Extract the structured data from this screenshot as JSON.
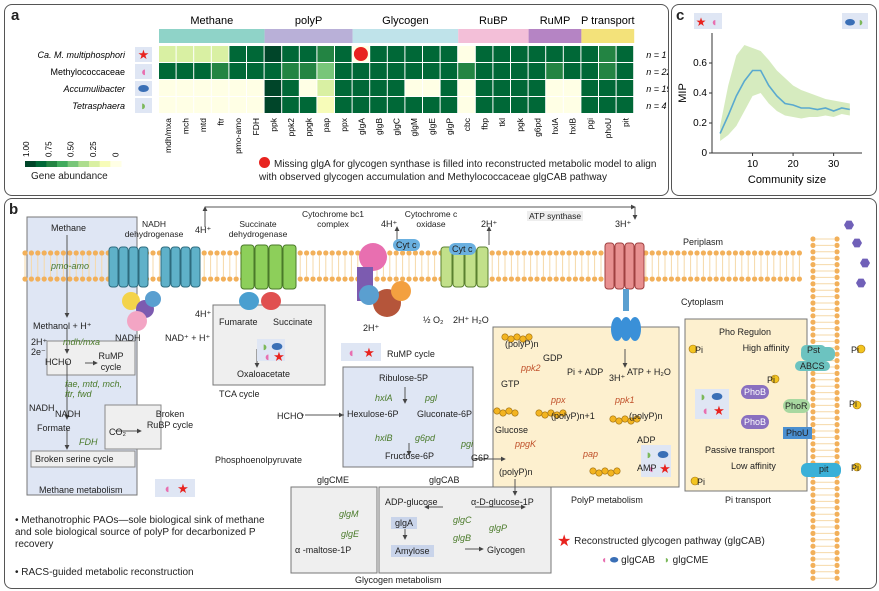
{
  "panel_a": {
    "letter": "a",
    "categories": [
      "Methane",
      "polyP",
      "Glycogen",
      "RuBP",
      "RuMP",
      "P transport"
    ],
    "category_colors": [
      "#8fd3c8",
      "#b9b0d8",
      "#bfe3ea",
      "#f3bfd8",
      "#b584c4",
      "#f3e27a"
    ],
    "rows": [
      {
        "label": "Ca. M. multiphosphori",
        "italic": true,
        "n": "n = 1",
        "icon": "star"
      },
      {
        "label": "Methylococcaceae",
        "italic": false,
        "n": "n = 22",
        "icon": "pink"
      },
      {
        "label": "Accumulibacter",
        "italic": true,
        "n": "n = 19",
        "icon": "blue"
      },
      {
        "label": "Tetrasphaera",
        "italic": true,
        "n": "n = 4",
        "icon": "green"
      }
    ],
    "genes": [
      "mdh/mxa",
      "mch",
      "mtd",
      "ftr",
      "pmo-amo",
      "FDH",
      "ppk",
      "ppk2",
      "ppgk",
      "pap",
      "ppx",
      "glgA",
      "glgB",
      "glgC",
      "glgM",
      "glgE",
      "glgP",
      "cbc",
      "fbp",
      "tkl",
      "pgk",
      "g6pd",
      "hxlA",
      "hxlB",
      "pgi",
      "phoU",
      "pit"
    ],
    "values": [
      [
        0.2,
        0.2,
        0.2,
        0.2,
        0.9,
        0.9,
        0.95,
        0.9,
        0.9,
        0.8,
        0.9,
        0.0,
        0.9,
        0.9,
        0.9,
        0.9,
        0.9,
        0.05,
        0.9,
        0.9,
        0.9,
        0.9,
        0.9,
        0.9,
        0.9,
        0.8,
        0.9
      ],
      [
        0.85,
        0.85,
        0.85,
        0.8,
        0.85,
        0.85,
        0.85,
        0.8,
        0.8,
        0.55,
        0.85,
        0.85,
        0.85,
        0.85,
        0.85,
        0.85,
        0.85,
        0.7,
        0.85,
        0.85,
        0.85,
        0.85,
        0.8,
        0.85,
        0.85,
        0.8,
        0.85
      ],
      [
        0.05,
        0.05,
        0.05,
        0.05,
        0.05,
        0.05,
        0.95,
        0.9,
        0.05,
        0.25,
        0.9,
        0.9,
        0.85,
        0.9,
        0.05,
        0.05,
        0.9,
        0.05,
        0.9,
        0.85,
        0.9,
        0.9,
        0.05,
        0.05,
        0.9,
        0.9,
        0.9
      ],
      [
        0.05,
        0.05,
        0.05,
        0.05,
        0.05,
        0.05,
        0.95,
        0.9,
        0.9,
        0.1,
        0.9,
        0.9,
        0.9,
        0.9,
        0.9,
        0.9,
        0.9,
        0.05,
        0.9,
        0.9,
        0.9,
        0.85,
        0.05,
        0.05,
        0.9,
        0.9,
        0.9
      ]
    ],
    "highlight": {
      "row": 0,
      "gene": 11,
      "color": "#e8231f"
    },
    "legend_ticks": [
      "1.00",
      "0.75",
      "0.50",
      "0.25",
      "0"
    ],
    "legend_title": "Gene abundance",
    "note": "Missing glgA for glycogen synthase is filled into reconstructed metabolic model to align with observed glycogen accumulation and Methylococcaceae glgCAB pathway"
  },
  "panel_c": {
    "letter": "c",
    "ylabel": "MIP",
    "xlabel": "Community size",
    "xticks": [
      "10",
      "20",
      "30"
    ],
    "yticks": [
      "0.6",
      "0.4",
      "0.2",
      "0"
    ],
    "chart_data": {
      "type": "line",
      "xlabel": "Community size",
      "ylabel": "MIP",
      "xlim": [
        0,
        37
      ],
      "ylim": [
        0,
        0.8
      ],
      "x": [
        2,
        4,
        6,
        8,
        10,
        12,
        14,
        16,
        18,
        20,
        22,
        24,
        26,
        28,
        30,
        32,
        34
      ],
      "y": [
        0.13,
        0.25,
        0.38,
        0.48,
        0.55,
        0.55,
        0.45,
        0.38,
        0.33,
        0.32,
        0.3,
        0.3,
        0.29,
        0.3,
        0.28,
        0.3,
        0.29
      ],
      "y_upper": [
        0.18,
        0.45,
        0.65,
        0.72,
        0.7,
        0.68,
        0.62,
        0.55,
        0.5,
        0.45,
        0.42,
        0.4,
        0.38,
        0.36,
        0.35,
        0.34,
        0.33
      ],
      "y_lower": [
        0.08,
        0.12,
        0.18,
        0.28,
        0.38,
        0.4,
        0.33,
        0.28,
        0.25,
        0.24,
        0.23,
        0.24,
        0.24,
        0.25,
        0.24,
        0.26,
        0.25
      ],
      "line_color": "#5aa9cf",
      "band_color": "#cfe8b4"
    }
  },
  "panel_b": {
    "letter": "b",
    "periplasm": "Periplasm",
    "cytoplasm": "Cytoplasm",
    "complexes": {
      "nadh": "NADH dehydrogenase",
      "succ": "Succinate dehydrogenase",
      "cytbc1": "Cytochrome bc1 complex",
      "cytc_ox": "Cytochrome c oxidase",
      "atp": "ATP synthase",
      "cytc": "Cyt c"
    },
    "protons": {
      "p1": "4H⁺",
      "p2": "4H⁺",
      "p3": "4H⁺",
      "p4": "2H⁺",
      "p5": "3H⁺",
      "p6": "4H⁺",
      "p7": "2H⁺",
      "p8": "2H⁺",
      "p9": "3H⁺"
    },
    "membrane_misc": {
      "nadh": "NADH",
      "nadplus": "NAD⁺ + H⁺",
      "half_o2": "½ O₂",
      "water": "2H⁺ H₂O"
    },
    "methane": {
      "title": "Methane",
      "pmo": "pmo-amo",
      "methanol": "Methanol + H⁺",
      "h2e": "2H⁺\n2e⁻",
      "mdh": "mdh/mxa",
      "hcho": "HCHO",
      "rump": "RuMP cycle",
      "enz": "fae, mtd, mch, ftr, fwd",
      "nadh": "NADH",
      "nadh2": "NADH",
      "formate": "Formate",
      "co2": "CO₂",
      "fdh": "FDH",
      "broken_rubp": "Broken RuBP cycle",
      "broken_serine": "Broken serine cycle",
      "caption": "Methane metabolism"
    },
    "tca": {
      "fumarate": "Fumarate",
      "succinate": "Succinate",
      "oxaloacetate": "Oxaloacetate",
      "caption": "TCA cycle"
    },
    "rump": {
      "caption": "RuMP cycle",
      "ribulose": "Ribulose-5P",
      "hexulose": "Hexulose-6P",
      "gluconate": "Gluconate-6P",
      "fructose": "Fructose-6P",
      "hxlA": "hxlA",
      "hxlB": "hxlB",
      "pgl": "pgl",
      "g6pd": "g6pd",
      "pgi": "pgi",
      "hcho": "HCHO",
      "pep": "Phosphoenolpyruvate"
    },
    "polyp": {
      "caption": "PolyP metabolism",
      "ppk2": "ppk2",
      "gdp": "GDP",
      "gtp": "GTP",
      "piadp": "Pi + ADP",
      "atph2o": "ATP + H₂O",
      "h3": "3H⁺",
      "ppx": "ppx",
      "ppk1": "ppk1",
      "polypn1": "(polyP)n+1",
      "polypn": "(polyP)n",
      "polypn_top": "(polyP)n",
      "glucose": "Glucose",
      "ppgk": "ppgK",
      "pap": "pap",
      "adp": "ADP",
      "amp": "AMP",
      "g6p": "G6P",
      "polypn_bot": "(polyP)n"
    },
    "pi": {
      "regulon": "Pho Regulon",
      "pi": "Pi",
      "high": "High affinity",
      "pst": "Pst",
      "abcs": "ABCS",
      "phob": "PhoB",
      "phor": "PhoR",
      "phou": "PhoU",
      "passive": "Passive transport",
      "low": "Low affinity",
      "pit": "pit",
      "caption": "Pi transport"
    },
    "glycogen": {
      "glgcme": "glgCME",
      "glgcab": "glgCAB",
      "adpglc": "ADP-glucose",
      "aglc1p": "α-D-glucose-1P",
      "glga": "glgA",
      "glgc": "glgC",
      "glgm": "glgM",
      "glge": "glgE",
      "amaltose": "α -maltose-1P",
      "amylose": "Amylose",
      "glycogen": "Glycogen",
      "glgb": "glgB",
      "glgp": "glgP",
      "caption": "Glycogen metabolism"
    },
    "bullets": [
      "Methanotrophic PAOs—sole biological sink of methane and sole biological source of polyP for decarbonized P recovery",
      "RACS-guided metabolic reconstruction"
    ],
    "legend": {
      "star": "Reconstructed glycogen pathway (glgCAB)",
      "glgcab": "glgCAB",
      "glgcme": "glgCME"
    }
  }
}
